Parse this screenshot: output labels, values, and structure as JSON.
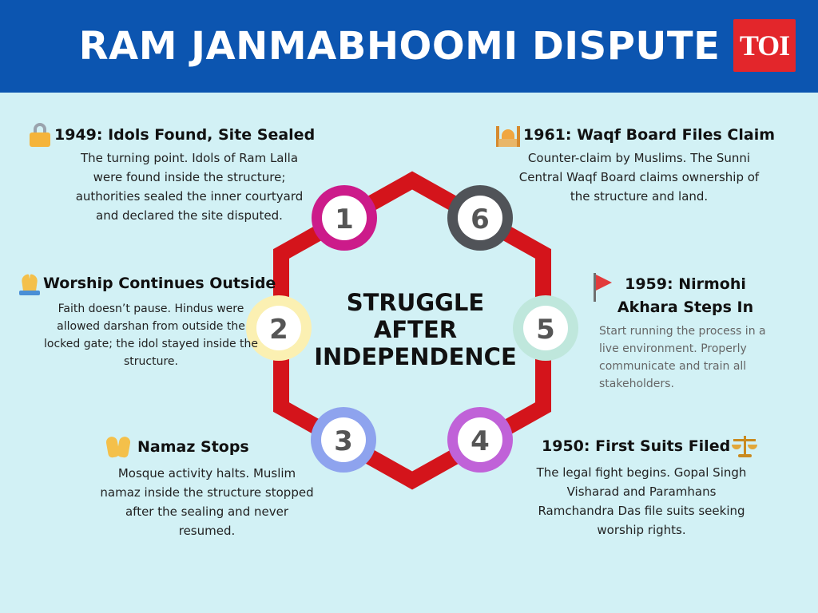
{
  "header": {
    "title": "RAM JANMABHOOMI DISPUTE",
    "logo_text": "TOI"
  },
  "center": {
    "title_lines": [
      "STRUGGLE",
      "AFTER",
      "INDEPENDENCE"
    ]
  },
  "nodes": [
    {
      "number": "1",
      "ring_color": "#cc1b8a"
    },
    {
      "number": "2",
      "ring_color": "#fbf0b2"
    },
    {
      "number": "3",
      "ring_color": "#8ea3ee"
    },
    {
      "number": "4",
      "ring_color": "#c062d8"
    },
    {
      "number": "5",
      "ring_color": "#bfe7dc"
    },
    {
      "number": "6",
      "ring_color": "#505358"
    }
  ],
  "events": [
    {
      "icon": "lock-icon",
      "title": "1949: Idols Found, Site Sealed",
      "desc": "The turning point. Idols of Ram Lalla were found inside the structure; authorities sealed the inner courtyard and declared the site disputed."
    },
    {
      "icon": "pray-icon",
      "title": "Worship Continues Outside",
      "desc": "Faith doesn’t pause. Hindus were allowed darshan from outside the locked gate; the idol stayed inside the structure."
    },
    {
      "icon": "palms-icon",
      "title": "Namaz Stops",
      "desc": "Mosque activity halts. Muslim namaz inside the structure stopped after the sealing and never resumed."
    },
    {
      "icon": "scales-icon",
      "title": "1950: First Suits Filed",
      "desc": "The legal fight begins. Gopal Singh Visharad and Paramhans Ramchandra Das file suits seeking worship rights."
    },
    {
      "icon": "flag-icon",
      "title_lines": [
        "1959: Nirmohi",
        "Akhara Steps In"
      ],
      "desc": "Start running the process in a live environment. Properly communicate and train all stakeholders."
    },
    {
      "icon": "mosque-icon",
      "title": "1961: Waqf Board Files Claim",
      "desc": "Counter-claim by Muslims. The Sunni Central Waqf Board claims ownership of the structure and land."
    }
  ],
  "colors": {
    "header_bg": "#0c55b0",
    "page_bg": "#d2f1f5",
    "hexagon": "#d4141b",
    "logo_bg": "#e3262b"
  }
}
